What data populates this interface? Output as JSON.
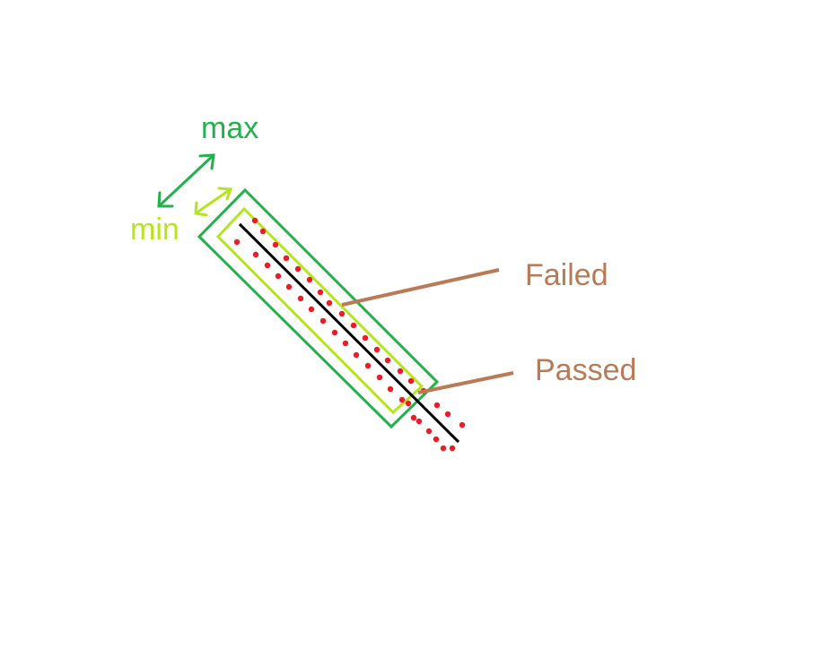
{
  "labels": {
    "max": "max",
    "min": "min",
    "failed": "Failed",
    "passed": "Passed"
  },
  "colors": {
    "outer_tolerance": "#22b14c",
    "inner_tolerance": "#b5e61d",
    "reference_line": "#000000",
    "points": "#ed1c24",
    "callout": "#b97a57",
    "background": "#ffffff"
  }
}
